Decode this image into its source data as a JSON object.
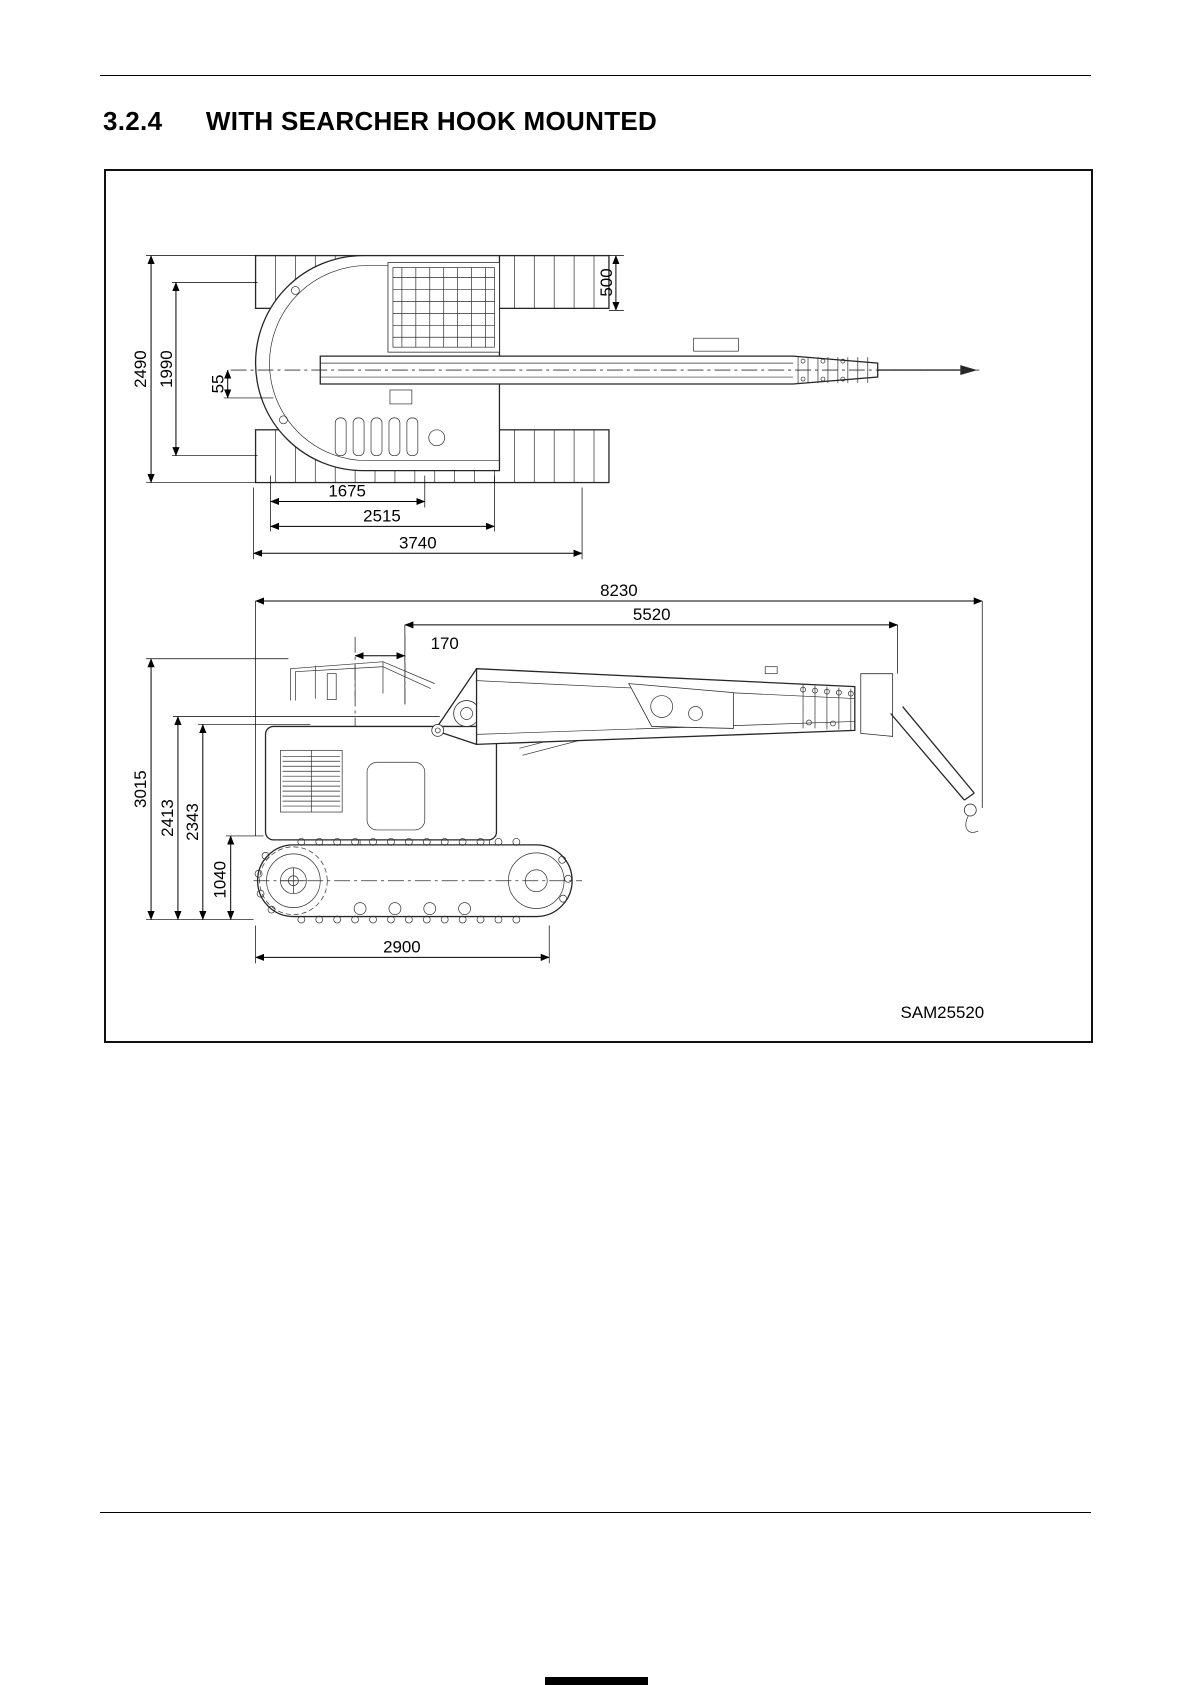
{
  "header": {
    "section_number": "3.2.4",
    "section_title": "WITH SEARCHER HOOK MOUNTED"
  },
  "figure": {
    "code": "SAM25520",
    "top_view": {
      "d2490": "2490",
      "d1990": "1990",
      "d55": "55",
      "d500": "500",
      "d1675": "1675",
      "d2515": "2515",
      "d3740": "3740"
    },
    "side_view": {
      "d8230": "8230",
      "d5520": "5520",
      "d170": "170",
      "d3015": "3015",
      "d2413": "2413",
      "d2343": "2343",
      "d1040": "1040",
      "d2900": "2900"
    }
  }
}
